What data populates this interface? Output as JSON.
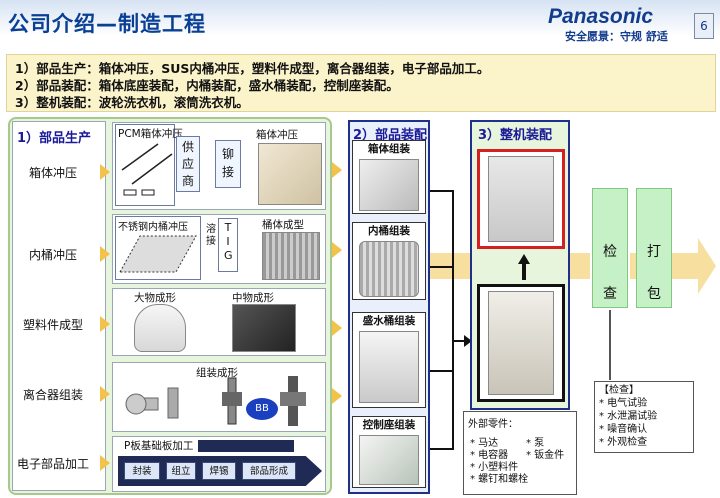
{
  "header": {
    "title": "公司介绍—制造工程",
    "brand": "Panasonic",
    "slogan": "安全愿景：守规 舒适",
    "page": "6"
  },
  "summary": [
    "1）部品生产：箱体冲压，SUS内桶冲压，塑料件成型，离合器组装，电子部品加工。",
    "2）部品装配：箱体底座装配，内桶装配，盛水桶装配，控制座装配。",
    "3）整机装配：波轮洗衣机，滚筒洗衣机。"
  ],
  "panel1": {
    "title": "1）部品生产",
    "rows": [
      "箱体冲压",
      "内桶冲压",
      "塑料件成型",
      "离合器组装",
      "电子部品加工"
    ],
    "box_pcm": "PCM箱体冲压",
    "box_supplier": "供应商",
    "box_rivet": "铆接",
    "box_cabinet": "箱体冲压",
    "box_sus": "不锈钢内桶冲压",
    "box_weld": "溶接",
    "box_tig": "TIG",
    "box_tubform": "桶体成型",
    "box_large": "大物成形",
    "box_medium": "中物成形",
    "box_assembly": "组装成形",
    "box_bb": "BB",
    "box_pboard": "P板基础板加工",
    "steps": [
      "封装",
      "组立",
      "焊锡",
      "部品形成"
    ]
  },
  "panel2": {
    "title": "2）部品装配",
    "items": [
      "箱体组装",
      "内桶组装",
      "盛水桶组装",
      "控制座组装"
    ]
  },
  "panel3": {
    "title": "3）整机装配"
  },
  "parts": {
    "title": "外部零件：",
    "items": [
      "* 马达",
      "* 泵",
      "* 电容器",
      "* 钣金件",
      "* 小塑料件",
      "* 螺钉和螺栓"
    ]
  },
  "inspect_label": [
    "检",
    "查"
  ],
  "pack_label": [
    "打",
    "包"
  ],
  "checks": {
    "title": "【检查】",
    "items": [
      "* 电气试验",
      "* 水泄漏试验",
      "* 噪音确认",
      "* 外观检查"
    ]
  },
  "colors": {
    "brand_blue": "#123c8c",
    "panel_green": "#e7f5de",
    "summary_yellow": "#fbf3c9",
    "arrow_yellow": "#f2c24a",
    "highlight_red": "#d42020"
  }
}
